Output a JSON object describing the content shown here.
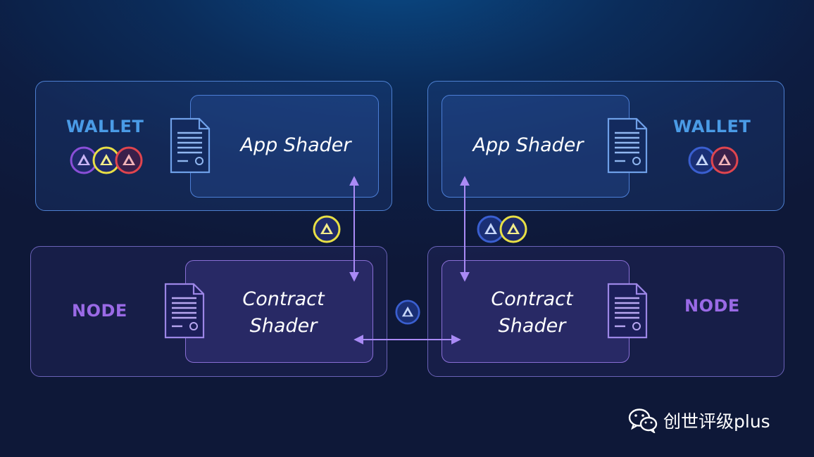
{
  "left": {
    "wallet_label": "WALLET",
    "app_title": "App Shader",
    "node_label": "NODE",
    "contract_title_line1": "Contract",
    "contract_title_line2": "Shader"
  },
  "right": {
    "wallet_label": "WALLET",
    "app_title": "App Shader",
    "node_label": "NODE",
    "contract_title_line1": "Contract",
    "contract_title_line2": "Shader"
  },
  "coins": {
    "left_wallet": [
      "purple-coin",
      "yellow-coin",
      "red-coin"
    ],
    "right_wallet": [
      "blue-coin",
      "red-coin"
    ],
    "left_transfer": [
      "yellow-coin"
    ],
    "right_transfer": [
      "blue-coin",
      "yellow-coin"
    ],
    "center_transfer": [
      "blue-coin"
    ]
  },
  "colors": {
    "wallet_text": "#4a9be6",
    "node_text": "#9a6ae6",
    "arrow": "#9b7cf0",
    "coin_purple": "#8a4fd8",
    "coin_yellow": "#e8df45",
    "coin_red": "#e0454e",
    "coin_blue": "#3a5fd0"
  },
  "watermark": {
    "icon": "wechat-icon",
    "text": "创世评级plus"
  }
}
